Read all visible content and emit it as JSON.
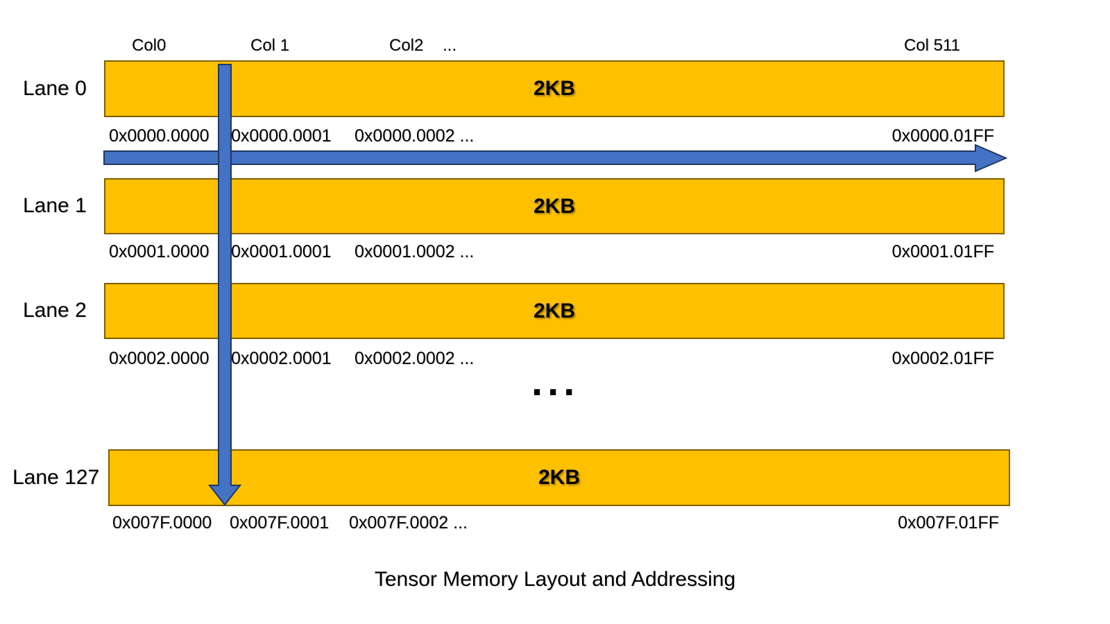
{
  "title": "Tensor Memory Layout and Addressing",
  "columns": {
    "col0": "Col0",
    "col1": "Col 1",
    "col2": "Col2",
    "ellipsis": "...",
    "col511": "Col 511"
  },
  "lanes": [
    {
      "label": "Lane 0",
      "size": "2KB",
      "addresses": [
        "0x0000.0000",
        "0x0000.0001",
        "0x0000.0002 ...",
        "0x0000.01FF"
      ]
    },
    {
      "label": "Lane 1",
      "size": "2KB",
      "addresses": [
        "0x0001.0000",
        "0x0001.0001",
        "0x0001.0002 ...",
        "0x0001.01FF"
      ]
    },
    {
      "label": "Lane 2",
      "size": "2KB",
      "addresses": [
        "0x0002.0000",
        "0x0002.0001",
        "0x0002.0002 ...",
        "0x0002.01FF"
      ]
    },
    {
      "label": "Lane 127",
      "size": "2KB",
      "addresses": [
        "0x007F.0000",
        "0x007F.0001",
        "0x007F.0002 ...",
        "0x007F.01FF"
      ]
    }
  ],
  "row_ellipsis": "...",
  "icons": {
    "horizontal_arrow": "column-order-arrow-icon (left to right along addresses of a lane)",
    "vertical_arrow": "lane-order-arrow-icon (top to bottom across lanes)"
  },
  "colors": {
    "bar_fill": "#FFC000",
    "bar_border": "#7F6000",
    "arrow_fill": "#4472C4",
    "arrow_border": "#1F3864",
    "text": "#000000",
    "background": "#FFFFFF"
  }
}
